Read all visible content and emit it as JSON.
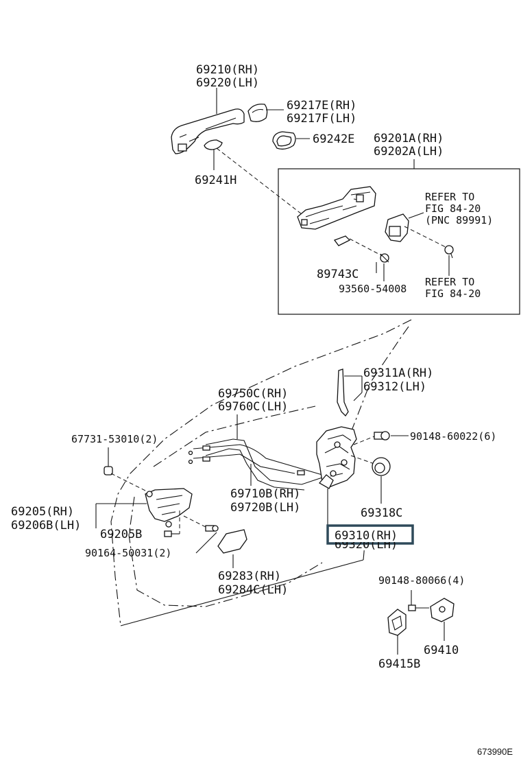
{
  "labels": {
    "p69210": "69210(RH)",
    "p69220": "69220(LH)",
    "p69217e": "69217E(RH)",
    "p69217f": "69217F(LH)",
    "p69242e": "69242E",
    "p69201a": "69201A(RH)",
    "p69202a": "69202A(LH)",
    "p69241h": "69241H",
    "refer1_a": "REFER TO",
    "refer1_b": "FIG 84-20",
    "refer1_c": "(PNC 89991)",
    "p89743c": "89743C",
    "p93560": "93560-54008",
    "refer2_a": "REFER TO",
    "refer2_b": "FIG 84-20",
    "p69311a": "69311A(RH)",
    "p69312": "69312(LH)",
    "p69750c": "69750C(RH)",
    "p69760c": "69760C(LH)",
    "p67731": "67731-53010(2)",
    "p90148_60022": "90148-60022(6)",
    "p69205": "69205(RH)",
    "p69206b": "69206B(LH)",
    "p69205b": "69205B",
    "p69710b": "69710B(RH)",
    "p69720b": "69720B(LH)",
    "p69318c": "69318C",
    "p69310": "69310(RH)",
    "p69320": "69320(LH)",
    "p90164": "90164-50031(2)",
    "p69283": "69283(RH)",
    "p69284c": "69284C(LH)",
    "p90148_80066": "90148-80066(4)",
    "p69410": "69410",
    "p69415b": "69415B"
  },
  "diagram_id": "673990E",
  "highlight": {
    "target": "69310(RH)",
    "color": "#2f4a5a"
  }
}
